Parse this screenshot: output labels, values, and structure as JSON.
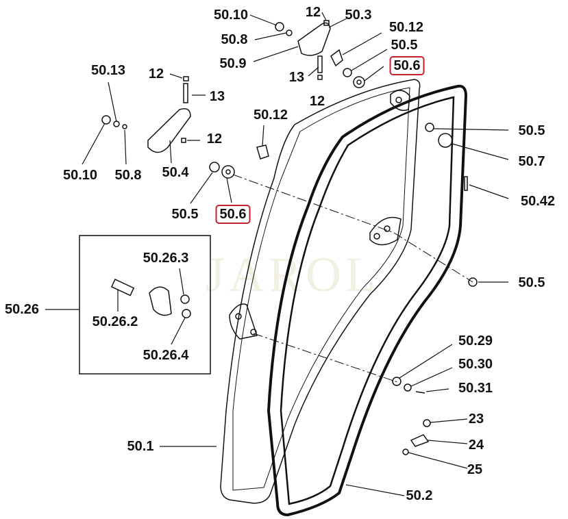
{
  "watermark": "JAROL",
  "colors": {
    "line": "#111111",
    "highlight": "#c8202a",
    "watermark": "#f1f0e2"
  },
  "labels": [
    "50.10",
    "12",
    "50.3",
    "50.8",
    "50.12",
    "50.9",
    "50.5",
    "50.6",
    "13",
    "12",
    "50.13",
    "12",
    "13",
    "50.12",
    "12",
    "50.5",
    "50.7",
    "50.10",
    "50.8",
    "50.4",
    "50.42",
    "50.5",
    "50.6",
    "50.26.3",
    "50.5",
    "50.26",
    "50.26.2",
    "50.26.4",
    "50.29",
    "50.30",
    "50.31",
    "23",
    "24",
    "50.1",
    "25",
    "50.2"
  ]
}
